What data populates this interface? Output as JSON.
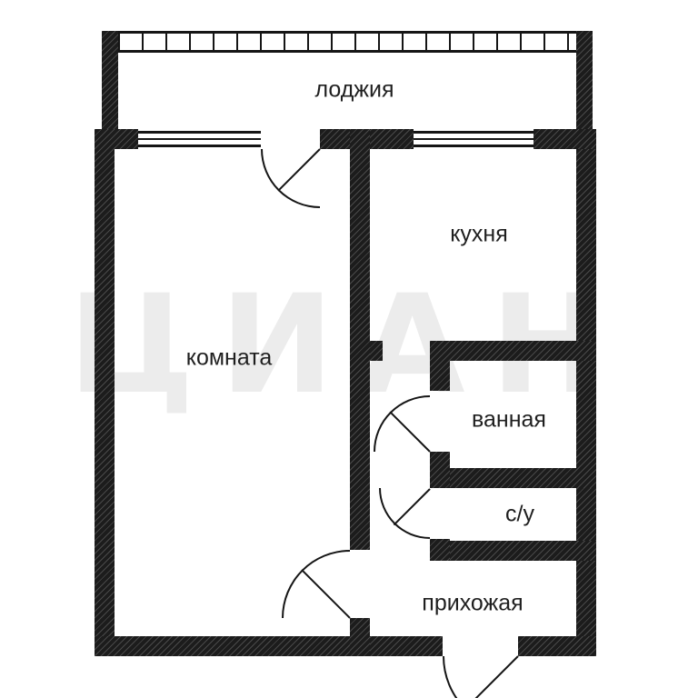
{
  "plan": {
    "rooms": [
      {
        "id": "loggia",
        "label": "лоджия"
      },
      {
        "id": "kitchen",
        "label": "кухня"
      },
      {
        "id": "room",
        "label": "комната"
      },
      {
        "id": "bathroom",
        "label": "ванная"
      },
      {
        "id": "wc",
        "label": "с/у"
      },
      {
        "id": "hallway",
        "label": "прихожая"
      }
    ],
    "colors": {
      "wall": "#1c1c1c",
      "background": "#ffffff",
      "label_text": "#1f1f1f",
      "watermark": "#ececec"
    },
    "watermark": {
      "text": "ЦИАН"
    }
  }
}
